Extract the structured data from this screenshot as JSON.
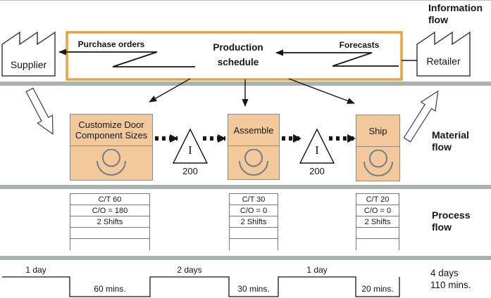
{
  "colors": {
    "accent_orange": "#E8A23C",
    "box_fill": "#F3C99C",
    "box_stroke": "#8a8a8a",
    "bar_gray": "#A9B2B1",
    "icon_gray": "#6F7F89"
  },
  "info_flow": {
    "section_label": "Information flow",
    "supplier_label": "Supplier",
    "retailer_label": "Retailer",
    "purchase_orders_label": "Purchase orders",
    "forecasts_label": "Forecasts",
    "schedule_title": "Production schedule"
  },
  "material_flow": {
    "section_label": "Material flow",
    "processes": [
      {
        "label": "Customize Door Component Sizes"
      },
      {
        "label": "Assemble"
      },
      {
        "label": "Ship"
      }
    ],
    "inventories": [
      {
        "symbol": "I",
        "qty": "200"
      },
      {
        "symbol": "I",
        "qty": "200"
      }
    ]
  },
  "process_flow": {
    "section_label": "Process flow",
    "tables": [
      {
        "rows": [
          "C/T 60",
          "C/O = 180",
          "2 Shifts"
        ]
      },
      {
        "rows": [
          "C/T 30",
          "C/O = 0",
          "2 Shifts"
        ]
      },
      {
        "rows": [
          "C/T 20",
          "C/O = 0",
          "2 Shifts"
        ]
      }
    ]
  },
  "timeline": {
    "segments": [
      {
        "label": "1 day",
        "level": "high"
      },
      {
        "label": "60 mins.",
        "level": "low"
      },
      {
        "label": "2 days",
        "level": "high"
      },
      {
        "label": "30 mins.",
        "level": "low"
      },
      {
        "label": "1 day",
        "level": "high"
      },
      {
        "label": "20 mins.",
        "level": "low"
      }
    ],
    "total_days": "4 days",
    "total_mins": "110 mins."
  }
}
